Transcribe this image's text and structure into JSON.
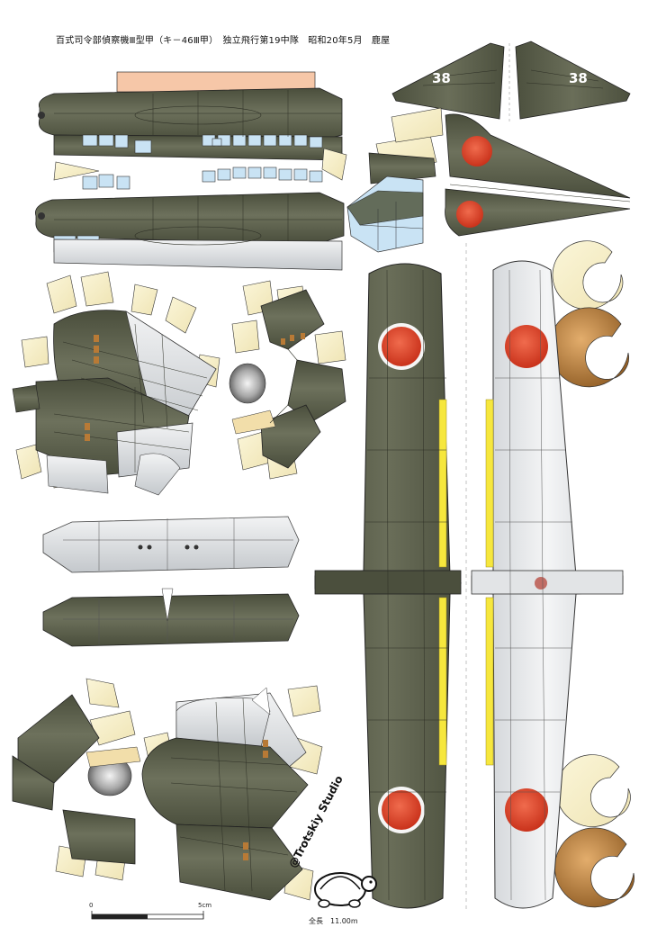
{
  "title": "百式司令部偵察機Ⅲ型甲（キ－46Ⅲ甲）　独立飛行第19中隊　昭和20年5月　鹿屋",
  "tail_number": "38",
  "scale": {
    "zero": "0",
    "five": "5cm"
  },
  "overall_length": "全長　11.00m",
  "studio_logo_text": "@Trotskiy Studio",
  "colors": {
    "upper_green": "#5b5f4b",
    "lower_silver": "#e6e8ea",
    "glue_tab": "#f8f2c8",
    "hinomaru": "#e0492d",
    "id_stripe": "#f6e73d",
    "canopy": "#c9e3f4",
    "prop_brown": "#b87a36"
  }
}
